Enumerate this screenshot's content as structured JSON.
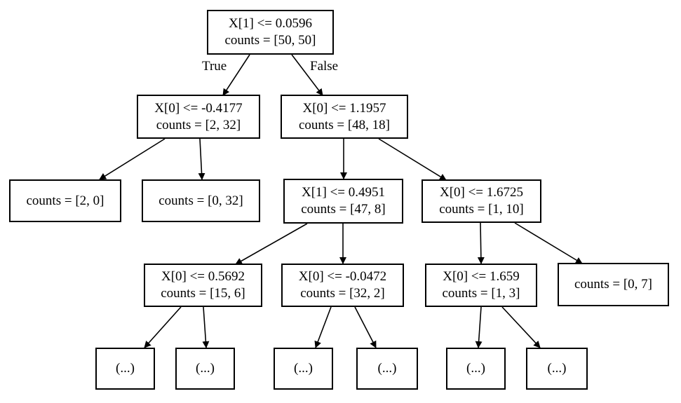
{
  "tree": {
    "root": {
      "line1": "X[1] <= 0.0596",
      "line2": "counts = [50, 50]"
    },
    "n1": {
      "line1": "X[0] <= -0.4177",
      "line2": "counts = [2, 32]"
    },
    "n2": {
      "line1": "X[0] <= 1.1957",
      "line2": "counts = [48, 18]"
    },
    "n3": {
      "line1": "counts = [2, 0]"
    },
    "n4": {
      "line1": "counts = [0, 32]"
    },
    "n5": {
      "line1": "X[1] <= 0.4951",
      "line2": "counts = [47, 8]"
    },
    "n6": {
      "line1": "X[0] <= 1.6725",
      "line2": "counts = [1, 10]"
    },
    "n7": {
      "line1": "X[0] <= 0.5692",
      "line2": "counts = [15, 6]"
    },
    "n8": {
      "line1": "X[0] <= -0.0472",
      "line2": "counts = [32, 2]"
    },
    "n9": {
      "line1": "X[0] <= 1.659",
      "line2": "counts = [1, 3]"
    },
    "n10": {
      "line1": "counts = [0, 7]"
    },
    "n11": {
      "line1": "(...)"
    },
    "n12": {
      "line1": "(...)"
    },
    "n13": {
      "line1": "(...)"
    },
    "n14": {
      "line1": "(...)"
    },
    "n15": {
      "line1": "(...)"
    },
    "n16": {
      "line1": "(...)"
    }
  },
  "edge_labels": {
    "true_label": "True",
    "false_label": "False"
  }
}
